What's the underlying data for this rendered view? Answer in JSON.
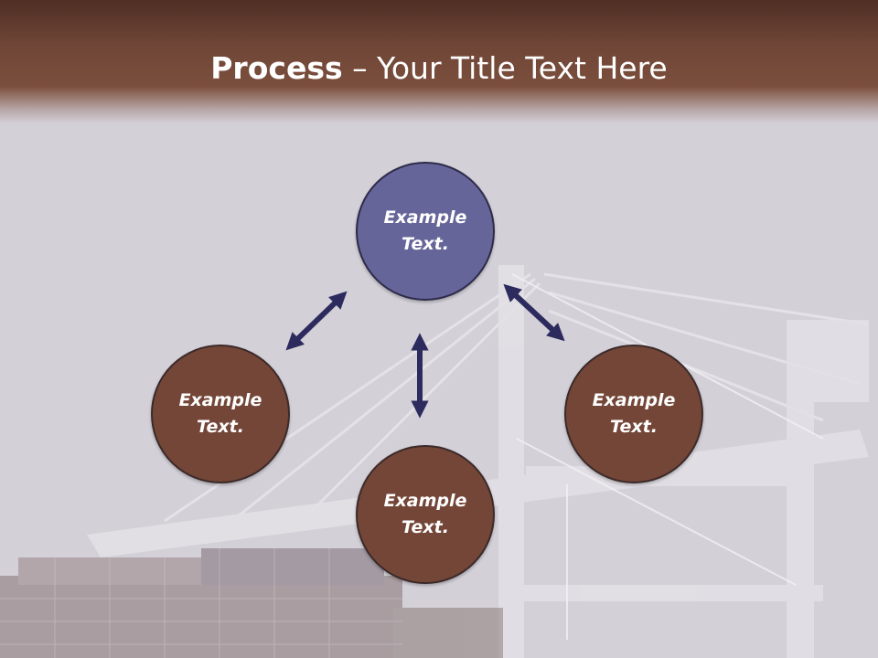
{
  "title": {
    "bold": "Process",
    "rest": " – Your Title Text Here"
  },
  "nodes": {
    "top": "Example Text.",
    "left": "Example Text.",
    "right": "Example Text.",
    "bottom": "Example Text."
  },
  "colors": {
    "header": "#7c4f3d",
    "top_node": "#65659a",
    "brown_node": "#744637",
    "arrow": "#2d2b5e",
    "background": "#d3d0d8"
  },
  "icons": [
    "double-arrow-icon"
  ]
}
